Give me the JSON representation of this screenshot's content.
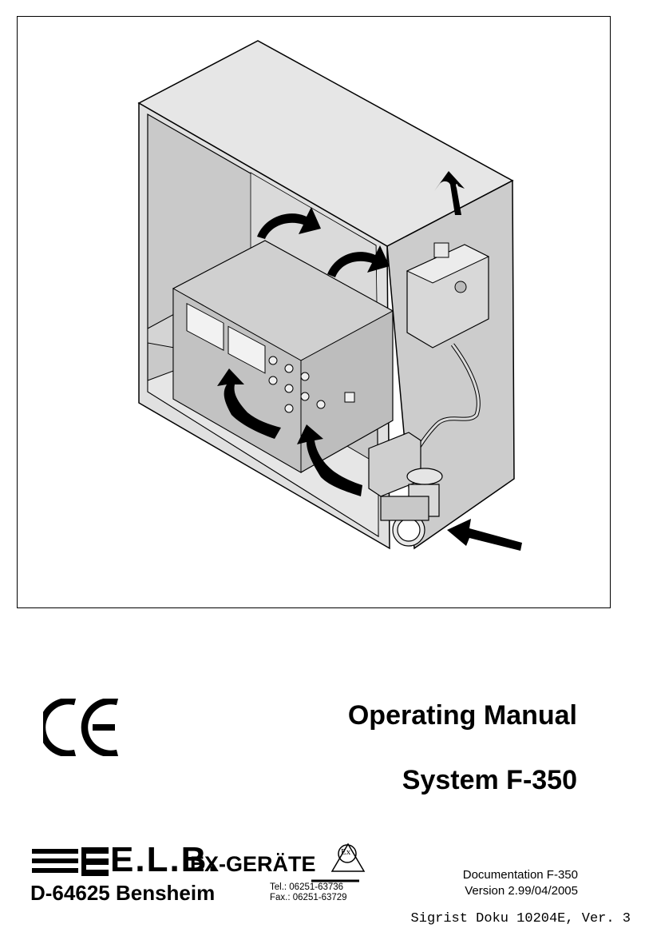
{
  "title": {
    "line1": "Operating Manual",
    "line2": "System F-350"
  },
  "company": {
    "name": "E.L.B.",
    "product_line": "EX-GERÄTE",
    "address": "D-64625 Bensheim",
    "phone": "Tel.: 06251-63736",
    "fax": "Fax.: 06251-63729",
    "ex_symbol": "Ex"
  },
  "documentation": {
    "name": "Documentation F-350",
    "version": "Version 2.99/04/2005"
  },
  "footer": {
    "reference": "Sigrist Doku 10204E, Ver. 3"
  },
  "marks": {
    "ce": "CE"
  },
  "illustration": {
    "subject": "enclosure-with-airflow-arrows",
    "colors": {
      "outline": "#000000",
      "panel_light": "#e8e8e8",
      "panel_mid": "#cfcfcf",
      "panel_dark": "#b8b8b8"
    }
  }
}
